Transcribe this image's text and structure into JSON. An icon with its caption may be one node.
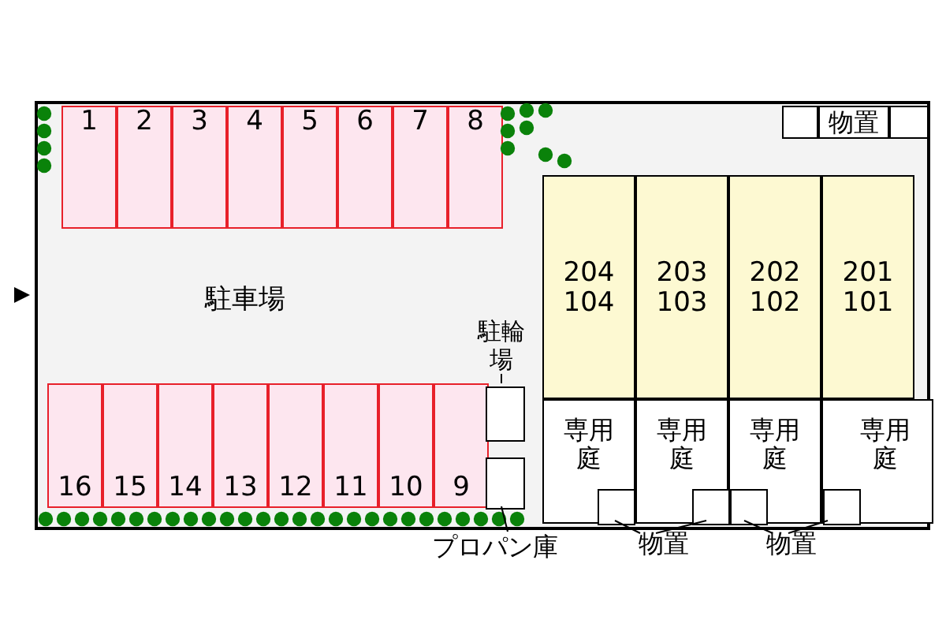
{
  "diagram": {
    "nodes": [
      {
        "text": [],
        "shape": "box"
      },
      {
        "text": [
          "1"
        ],
        "in": 0
      },
      {
        "text": [
          "2"
        ],
        "in": 0
      },
      {
        "text": [
          "3"
        ],
        "in": 0
      },
      {
        "text": [
          "4"
        ],
        "in": 0
      },
      {
        "text": [
          "5"
        ],
        "in": 0
      },
      {
        "text": [
          "6"
        ],
        "in": 0
      },
      {
        "text": [
          "7"
        ],
        "in": 0
      },
      {
        "text": [
          "8"
        ],
        "in": 0
      },
      {
        "text": [
          "16"
        ],
        "in": 0
      },
      {
        "text": [
          "15"
        ],
        "in": 0
      },
      {
        "text": [
          "14"
        ],
        "in": 0
      },
      {
        "text": [
          "13"
        ],
        "in": 0
      },
      {
        "text": [
          "12"
        ],
        "in": 0
      },
      {
        "text": [
          "11"
        ],
        "in": 0
      },
      {
        "text": [
          "10"
        ],
        "in": 0
      },
      {
        "text": [
          "9"
        ],
        "in": 0
      },
      {
        "text": [
          "駐輪場"
        ],
        "in": 0
      },
      {
        "text": [],
        "shape": "box",
        "in": 0
      },
      {
        "text": [],
        "shape": "box",
        "in": 0
      },
      {
        "text": [
          "プロパン庫"
        ]
      },
      {
        "text": [],
        "shape": "box",
        "in": 0
      },
      {
        "text": [
          "物置"
        ],
        "in": 0
      },
      {
        "text": [],
        "shape": "box",
        "in": 0
      },
      {
        "text": [
          "204 104"
        ],
        "in": 0
      },
      {
        "text": [
          "203 103"
        ],
        "in": 0
      },
      {
        "text": [
          "202 102"
        ],
        "in": 0
      },
      {
        "text": [
          "201 101"
        ],
        "in": 0
      },
      {
        "text": [
          "専用庭"
        ],
        "in": 0
      },
      {
        "text": [
          "専用庭"
        ],
        "in": 0
      },
      {
        "text": [
          "専用庭"
        ],
        "in": 0
      },
      {
        "text": [
          "専用庭"
        ],
        "in": 0
      },
      {
        "text": [],
        "shape": "box",
        "in": 28
      },
      {
        "text": [],
        "shape": "box",
        "in": 29
      },
      {
        "text": [],
        "shape": "box",
        "in": 30
      },
      {
        "text": [],
        "shape": "box",
        "in": 31
      },
      {
        "text": [
          "物置"
        ]
      },
      {
        "text": [
          "物置"
        ]
      }
    ],
    "edges": [
      {
        "from": 17,
        "to": 18,
        "arrow": "none"
      },
      {
        "from": 20,
        "to": 19,
        "arrow": "none"
      },
      {
        "from": 36,
        "to": 32,
        "arrow": "none"
      },
      {
        "from": 36,
        "to": 33,
        "arrow": "none"
      },
      {
        "from": 37,
        "to": 34,
        "arrow": "none"
      },
      {
        "from": 37,
        "to": 35,
        "arrow": "none"
      }
    ],
    "labels": [
      "駐車場"
    ]
  }
}
